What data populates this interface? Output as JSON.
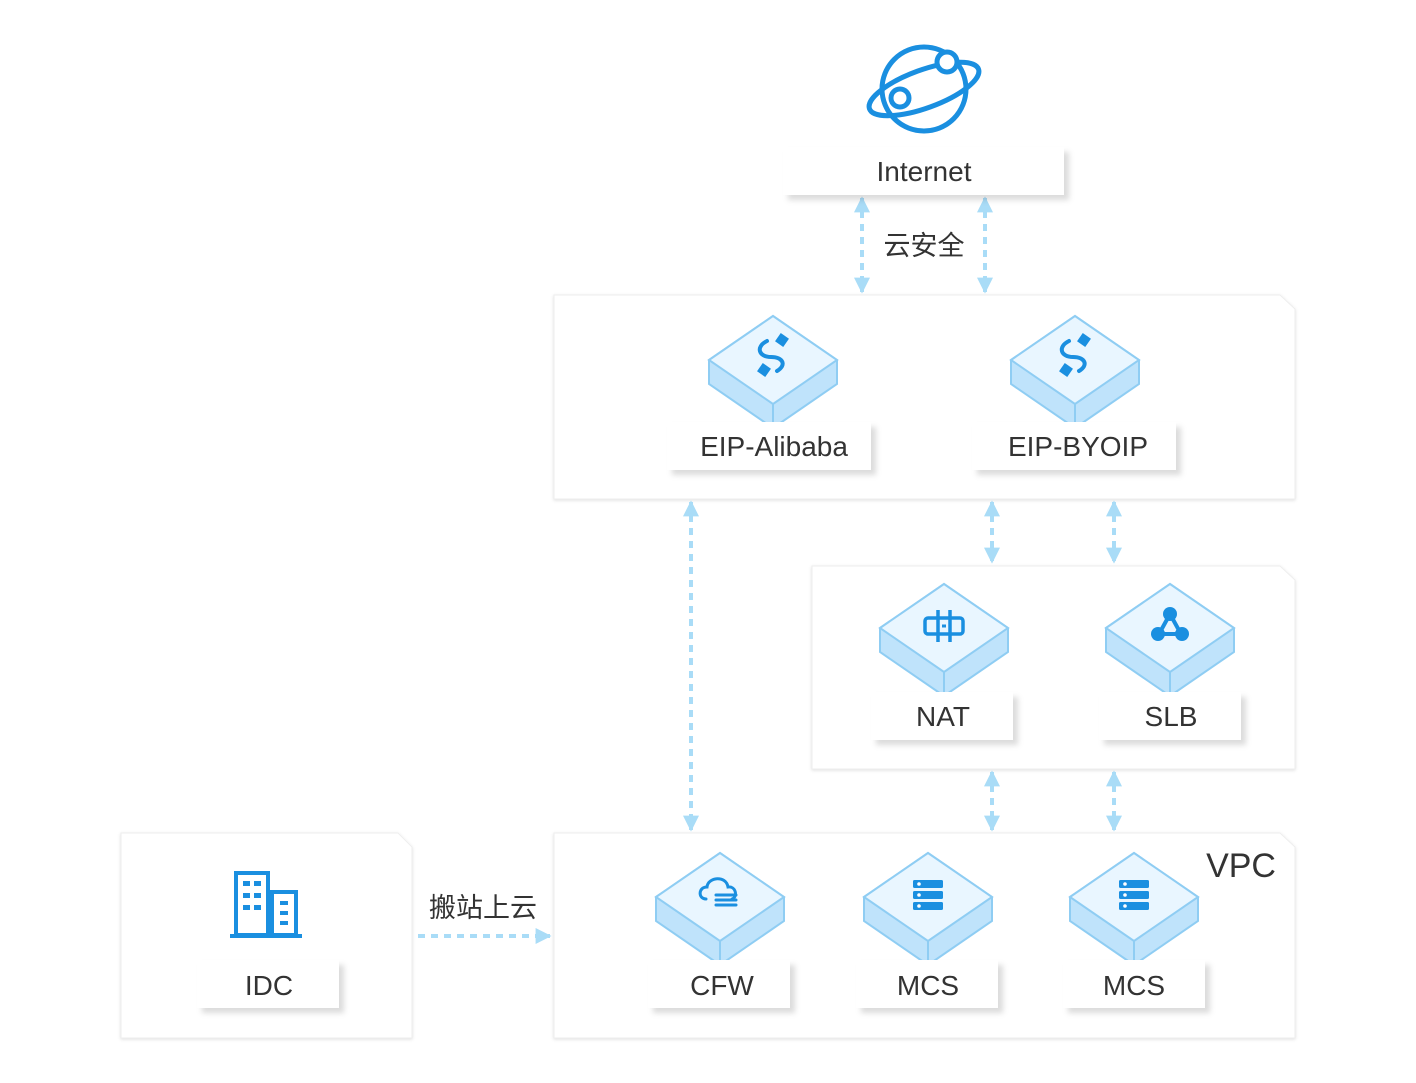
{
  "colors": {
    "arrow": "#a9dcf7",
    "icon": "#1a8fe0",
    "cube_top": "#e9f6ff",
    "cube_side": "#bfe3fb",
    "cube_stroke": "#8fcdf3"
  },
  "internet": {
    "label": "Internet",
    "icon": "globe-orbit-icon"
  },
  "links": {
    "cloud_security": "云安全",
    "migration": "搬站上云"
  },
  "groups": {
    "vpc_label": "VPC"
  },
  "nodes": {
    "eip_alibaba": {
      "label": "EIP-Alibaba",
      "icon": "connector-icon"
    },
    "eip_byoip": {
      "label": "EIP-BYOIP",
      "icon": "connector-icon"
    },
    "nat": {
      "label": "NAT",
      "icon": "nat-gateway-icon"
    },
    "slb": {
      "label": "SLB",
      "icon": "load-balancer-icon"
    },
    "cfw": {
      "label": "CFW",
      "icon": "cloud-firewall-icon"
    },
    "mcs1": {
      "label": "MCS",
      "icon": "server-stack-icon"
    },
    "mcs2": {
      "label": "MCS",
      "icon": "server-stack-icon"
    },
    "idc": {
      "label": "IDC",
      "icon": "building-icon"
    }
  }
}
